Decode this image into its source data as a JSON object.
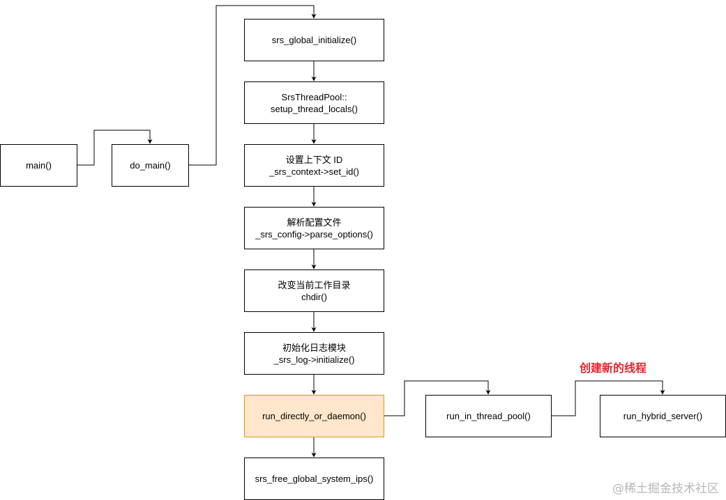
{
  "nodes": {
    "main": [
      "main()"
    ],
    "do_main": [
      "do_main()"
    ],
    "global_init": [
      "srs_global_initialize()"
    ],
    "thread_pool_setup": [
      "SrsThreadPool::",
      "setup_thread_locals()"
    ],
    "set_context_id": [
      "设置上下文 ID",
      "_srs_context->set_id()"
    ],
    "parse_config": [
      "解析配置文件",
      "_srs_config->parse_options()"
    ],
    "change_dir": [
      "改变当前工作目录",
      "chdir()"
    ],
    "init_log": [
      "初始化日志模块",
      "_srs_log->initialize()"
    ],
    "run_directly": [
      "run_directly_or_daemon()"
    ],
    "run_thread_pool": [
      "run_in_thread_pool()"
    ],
    "run_hybrid": [
      "run_hybrid_server()"
    ],
    "free_ips": [
      "srs_free_global_system_ips()"
    ]
  },
  "annotation": "创建新的线程",
  "watermark": "@稀土掘金技术社区",
  "colors": {
    "highlight_fill": "#ffe6cc",
    "highlight_stroke": "#d79b00",
    "annotation": "#e3262f"
  }
}
